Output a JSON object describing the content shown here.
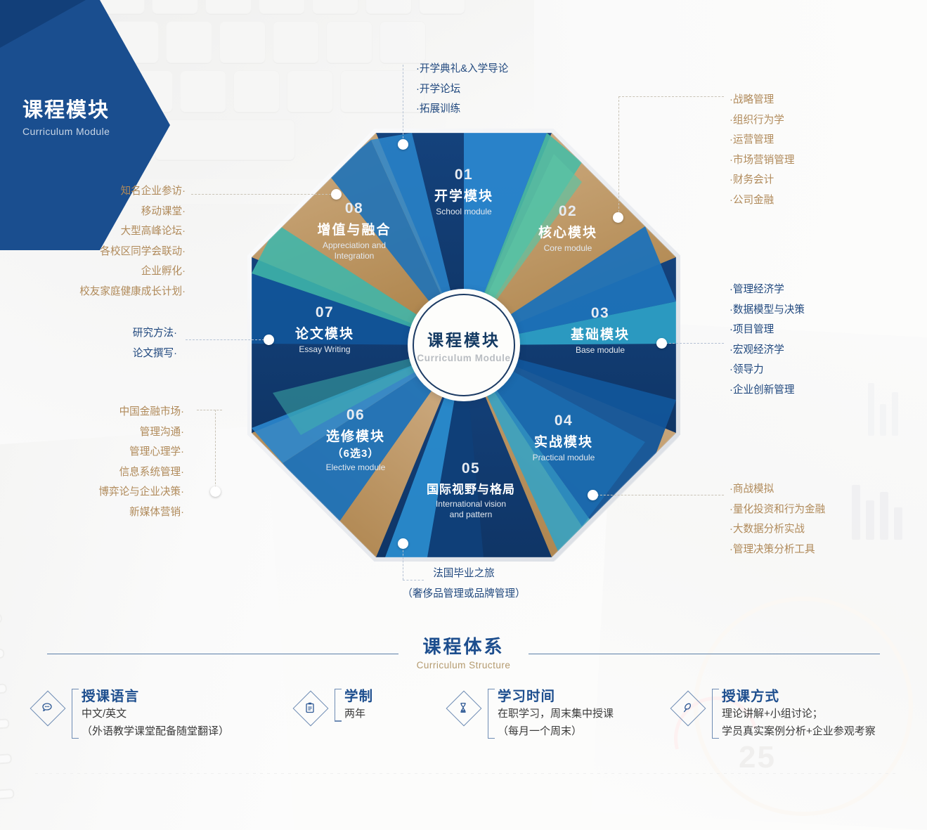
{
  "banner": {
    "title": "课程模块",
    "subtitle": "Curriculum Module"
  },
  "center": {
    "cn": "课程模块",
    "en": "Curriculum Module"
  },
  "segments": [
    {
      "num": "01",
      "cn": "开学模块",
      "en": "School module",
      "sub": ""
    },
    {
      "num": "02",
      "cn": "核心模块",
      "en": "Core module",
      "sub": ""
    },
    {
      "num": "03",
      "cn": "基础模块",
      "en": "Base module",
      "sub": ""
    },
    {
      "num": "04",
      "cn": "实战模块",
      "en": "Practical module",
      "sub": ""
    },
    {
      "num": "05",
      "cn": "国际视野与格局",
      "en": "International vision\nand pattern",
      "sub": ""
    },
    {
      "num": "06",
      "cn": "选修模块",
      "en": "Elective module",
      "sub": "（6选3）"
    },
    {
      "num": "07",
      "cn": "论文模块",
      "en": "Essay Writing",
      "sub": ""
    },
    {
      "num": "08",
      "cn": "增值与融合",
      "en": "Appreciation and\nIntegration",
      "sub": ""
    }
  ],
  "callouts": {
    "top": {
      "color": "blue",
      "items": [
        "·开学典礼&入学导论",
        "·开学论坛",
        "·拓展训练"
      ]
    },
    "core": {
      "color": "gold",
      "items": [
        "·战略管理",
        "·组织行为学",
        "·运营管理",
        "·市场营销管理",
        "·财务会计",
        "·公司金融"
      ]
    },
    "base": {
      "color": "blue",
      "items": [
        "·管理经济学",
        "·数据模型与决策",
        "·项目管理",
        "·宏观经济学",
        "·领导力",
        "·企业创新管理"
      ]
    },
    "practical": {
      "color": "gold",
      "items": [
        "·商战模拟",
        "·量化投资和行为金融",
        "·大数据分析实战",
        "·管理决策分析工具"
      ]
    },
    "bottom": {
      "color": "blue",
      "items": [
        "法国毕业之旅",
        "（奢侈品管理或品牌管理）"
      ]
    },
    "elective": {
      "color": "gold",
      "items": [
        "中国金融市场·",
        "管理沟通·",
        "管理心理学·",
        "信息系统管理·",
        "博弈论与企业决策·",
        "新媒体营销·"
      ]
    },
    "essay": {
      "color": "blue",
      "items": [
        "研究方法·",
        "论文撰写·"
      ]
    },
    "appreciation": {
      "color": "gold",
      "items": [
        "知名企业参访·",
        "移动课堂·",
        "大型高峰论坛·",
        "各校区同学会联动·",
        "企业孵化·",
        "校友家庭健康成长计划·"
      ]
    }
  },
  "structure": {
    "title_cn": "课程体系",
    "title_en": "Curriculum Structure",
    "facts": [
      {
        "icon": "speech-bubble-icon",
        "glyph": "💬",
        "title": "授课语言",
        "lines": [
          "中文/英文",
          "（外语教学课堂配备随堂翻译）"
        ]
      },
      {
        "icon": "clipboard-icon",
        "glyph": "📋",
        "title": "学制",
        "lines": [
          "两年"
        ]
      },
      {
        "icon": "hourglass-icon",
        "glyph": "⧗",
        "title": "学习时间",
        "lines": [
          "在职学习，周末集中授课",
          "（每月一个周末）"
        ]
      },
      {
        "icon": "pen-icon",
        "glyph": "✎",
        "title": "授课方式",
        "lines": [
          "理论讲解+小组讨论；",
          "学员真实案例分析+企业参观考察"
        ]
      }
    ]
  },
  "colors": {
    "brand_blue": "#1a4e8f",
    "deep_navy": "#123f79",
    "gold": "#b08a5a",
    "teal": "#4fb8a8",
    "mid_blue": "#1b79bf"
  }
}
